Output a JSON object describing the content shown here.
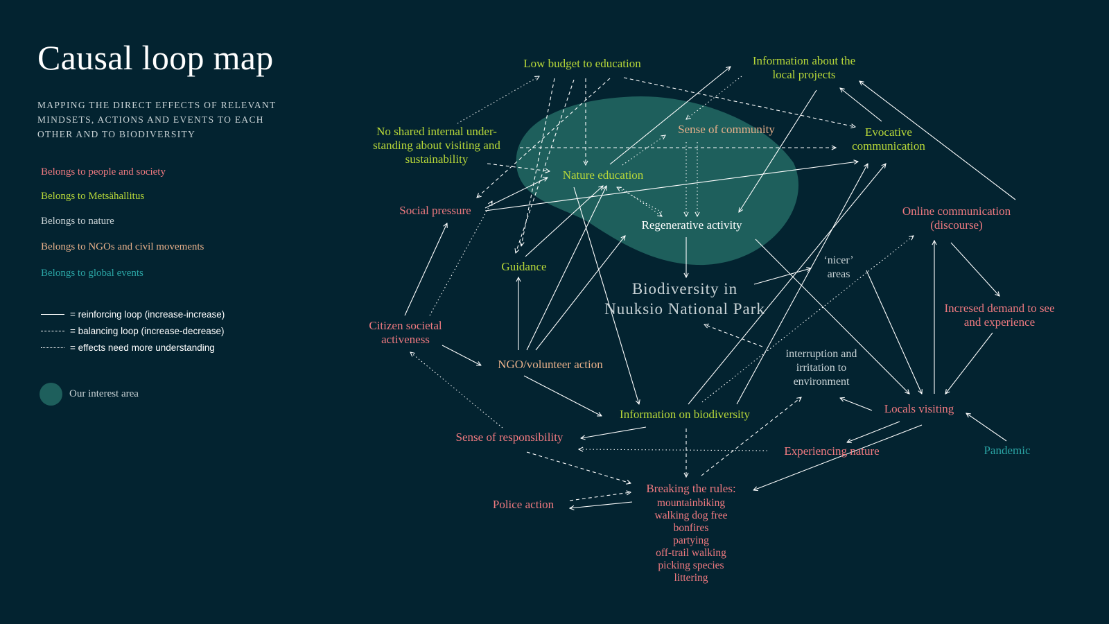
{
  "title": "Causal loop map",
  "subtitle": "MAPPING THE DIRECT EFFECTS OF RELEVANT MINDSETS, ACTIONS AND EVENTS TO EACH OTHER AND TO BIODIVERSITY",
  "colors": {
    "background": "#032330",
    "people": "#f07a80",
    "metsahallitus": "#b8d839",
    "nature": "#c9d3d6",
    "ngo": "#e8b08a",
    "global": "#2ba6a6",
    "interest_area": "#1e5f5c",
    "arrow": "#ffffff"
  },
  "legend": {
    "categories": [
      {
        "label": "Belongs to people and society",
        "color": "#f07a80"
      },
      {
        "label": "Belongs to Metsähallitus",
        "color": "#b8d839"
      },
      {
        "label": "Belongs to nature",
        "color": "#c9d3d6"
      },
      {
        "label": "Belongs to NGOs and civil movements",
        "color": "#e8b08a"
      },
      {
        "label": "Belongs to global events",
        "color": "#2ba6a6"
      }
    ],
    "lines": [
      {
        "label": "= reinforcing loop (increase-increase)",
        "style": "solid"
      },
      {
        "label": "= balancing loop (increase-decrease)",
        "style": "dashed"
      },
      {
        "label": "= effects need more understanding",
        "style": "dotted"
      }
    ],
    "interest_area": "Our interest area"
  },
  "nodes": {
    "low_budget": {
      "lines": [
        "Low budget to education"
      ],
      "color": "#b8d839"
    },
    "info_projects": {
      "lines": [
        "Information about the",
        "local projects"
      ],
      "color": "#b8d839"
    },
    "no_shared": {
      "lines": [
        "No shared internal under-",
        "standing about visiting and",
        "sustainability"
      ],
      "color": "#b8d839"
    },
    "sense_community": {
      "lines": [
        "Sense of community"
      ],
      "color": "#e8b08a"
    },
    "evocative": {
      "lines": [
        "Evocative",
        "communication"
      ],
      "color": "#b8d839"
    },
    "nature_education": {
      "lines": [
        "Nature education"
      ],
      "color": "#b8d839"
    },
    "social_pressure": {
      "lines": [
        "Social pressure"
      ],
      "color": "#f07a80"
    },
    "regenerative": {
      "lines": [
        "Regenerative activity"
      ],
      "color": "#ffffff"
    },
    "online_comm": {
      "lines": [
        "Online communication",
        "(discourse)"
      ],
      "color": "#f07a80"
    },
    "guidance": {
      "lines": [
        "Guidance"
      ],
      "color": "#b8d839"
    },
    "nicer_areas": {
      "lines": [
        "‘nicer’",
        "areas"
      ],
      "color": "#c9d3d6"
    },
    "biodiversity": {
      "lines": [
        "Biodiversity in",
        "Nuuksio National Park"
      ],
      "color": "#c9d3d6"
    },
    "increased_demand": {
      "lines": [
        "Incresed demand to see",
        "and experience"
      ],
      "color": "#f07a80"
    },
    "citizen": {
      "lines": [
        "Citizen societal",
        "activeness"
      ],
      "color": "#f07a80"
    },
    "interruption": {
      "lines": [
        "interruption and",
        "irritation to",
        "environment"
      ],
      "color": "#c9d3d6"
    },
    "ngo_action": {
      "lines": [
        "NGO/volunteer action"
      ],
      "color": "#e8b08a"
    },
    "locals_visiting": {
      "lines": [
        "Locals visiting"
      ],
      "color": "#f07a80"
    },
    "info_biodiversity": {
      "lines": [
        "Information on biodiversity"
      ],
      "color": "#b8d839"
    },
    "sense_responsibility": {
      "lines": [
        "Sense of responsibility"
      ],
      "color": "#f07a80"
    },
    "experiencing_nature": {
      "lines": [
        "Experiencing nature"
      ],
      "color": "#f07a80"
    },
    "pandemic": {
      "lines": [
        "Pandemic"
      ],
      "color": "#2ba6a6"
    },
    "breaking_rules": {
      "lines": [
        "Breaking the rules:"
      ],
      "color": "#f07a80"
    },
    "breaking_list": {
      "lines": [
        "mountainbiking",
        "walking dog free",
        "bonfires",
        "partying",
        "off-trail walking",
        "picking species",
        "littering"
      ],
      "color": "#f07a80"
    },
    "police": {
      "lines": [
        "Police action"
      ],
      "color": "#f07a80"
    }
  }
}
